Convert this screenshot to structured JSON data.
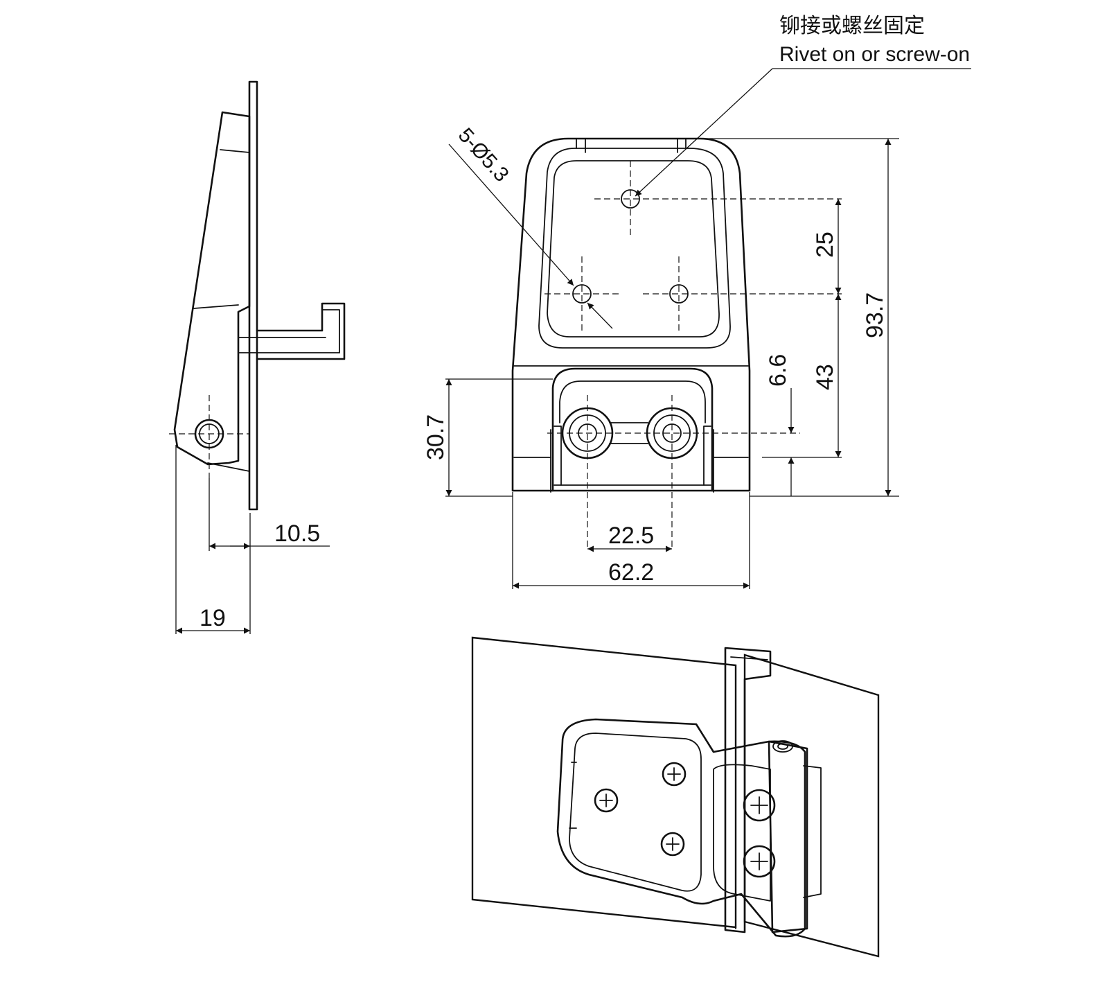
{
  "annotation": {
    "chinese": "铆接或螺丝固定",
    "english": "Rivet on or screw-on"
  },
  "hole_callout": "5-Ø5.3",
  "dimensions": {
    "side_offset": "10.5",
    "side_depth": "19",
    "hole_spacing_vertical": "25",
    "overall_height": "93.7",
    "hinge_offset": "6.6",
    "lower_hole_span": "43",
    "base_height": "30.7",
    "hinge_hole_spacing": "22.5",
    "overall_width": "62.2"
  },
  "icons": [
    "screw-head-icon"
  ]
}
